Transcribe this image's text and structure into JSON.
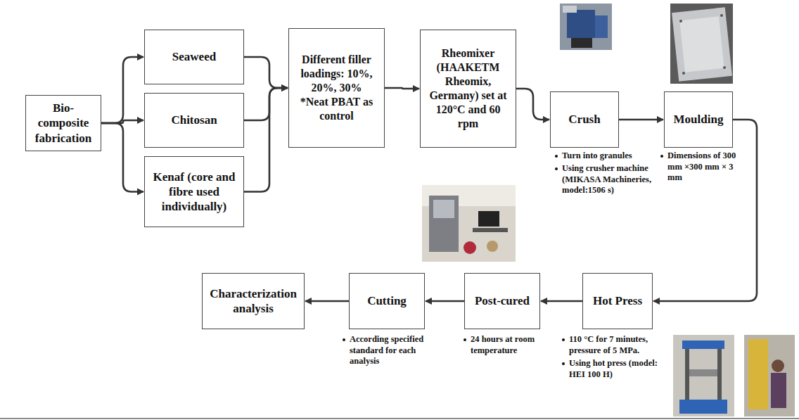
{
  "diagram": {
    "nodes": [
      {
        "text": [
          "Bio-composite fabrication"
        ]
      },
      {
        "text": [
          "Seaweed"
        ]
      },
      {
        "text": [
          "Chitosan"
        ]
      },
      {
        "text": [
          "Kenaf (core and fibre used individually)"
        ]
      },
      {
        "text": [
          "Different filler loadings: 10%, 20%, 30%",
          "*Neat PBAT as control"
        ]
      },
      {
        "text": [
          "Rheomixer (HAAKETM Rheomix, Germany) set at 120°C and 60 rpm"
        ]
      },
      {
        "text": [
          "Crush"
        ]
      },
      {
        "text": [
          "Moulding"
        ]
      },
      {
        "text": [
          "Hot Press"
        ]
      },
      {
        "text": [
          "Post-cured"
        ]
      },
      {
        "text": [
          "Cutting"
        ]
      },
      {
        "text": [
          "Characterization analysis"
        ]
      }
    ],
    "edges": [
      {
        "from": 0,
        "to": 1,
        "arrow": "to"
      },
      {
        "from": 0,
        "to": 2,
        "arrow": "to"
      },
      {
        "from": 0,
        "to": 3,
        "arrow": "to"
      },
      {
        "from": 1,
        "to": 4,
        "arrow": "to"
      },
      {
        "from": 2,
        "to": 4,
        "arrow": "to"
      },
      {
        "from": 3,
        "to": 4,
        "arrow": "to"
      },
      {
        "from": 4,
        "to": 5,
        "arrow": "to"
      },
      {
        "from": 5,
        "to": 6,
        "arrow": "to"
      },
      {
        "from": 6,
        "to": 7,
        "arrow": "to"
      },
      {
        "from": 7,
        "to": 8,
        "arrow": "to"
      },
      {
        "from": 8,
        "to": 9,
        "arrow": "to"
      },
      {
        "from": 9,
        "to": 10,
        "arrow": "to"
      },
      {
        "from": 10,
        "to": 11,
        "arrow": "to"
      }
    ],
    "labels": [
      "Turn into granules",
      "Using crusher machine (MIKASA Machineries, model:1506 s)",
      "Dimensions of 300 mm ×300 mm × 3 mm",
      "110 °C for 7 minutes, pressure of 5 MPa.",
      "Using hot press (model: HEI 100 H)",
      "24 hours at room temperature",
      "According specified standard for each analysis"
    ]
  }
}
